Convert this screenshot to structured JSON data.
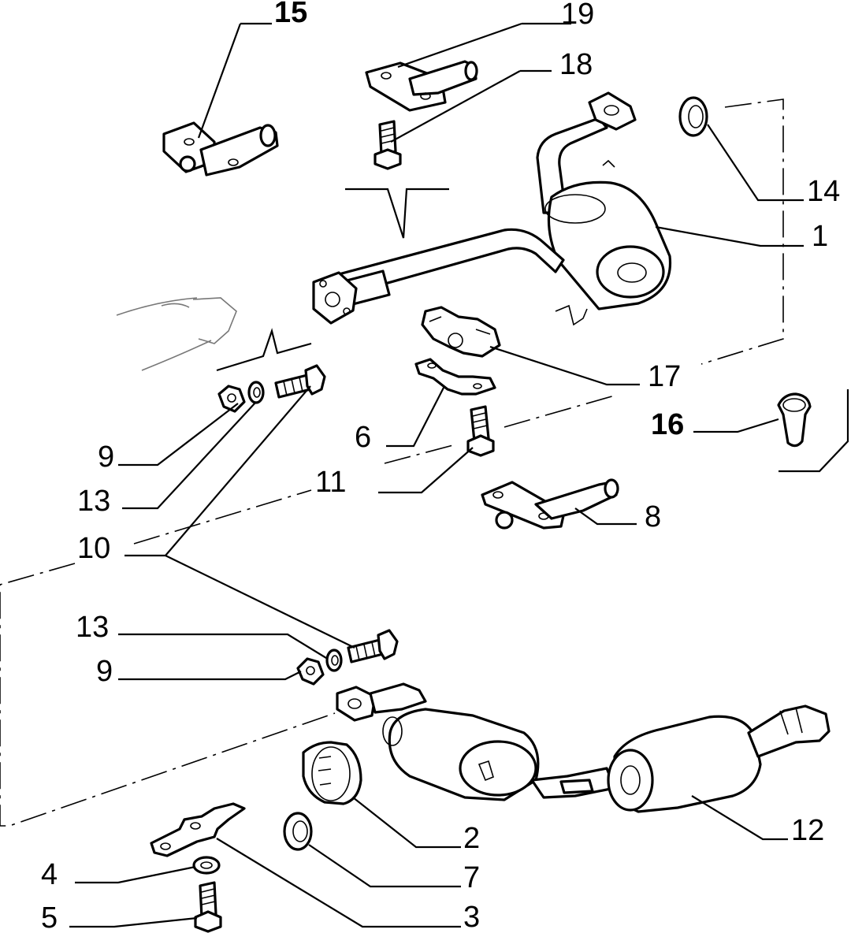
{
  "diagram": {
    "callouts": [
      {
        "id": "c15",
        "text": "15",
        "bold": true
      },
      {
        "id": "c19",
        "text": "19",
        "bold": false
      },
      {
        "id": "c18",
        "text": "18",
        "bold": false
      },
      {
        "id": "c14",
        "text": "14",
        "bold": false
      },
      {
        "id": "c1",
        "text": "1",
        "bold": false
      },
      {
        "id": "c17",
        "text": "17",
        "bold": false
      },
      {
        "id": "c16",
        "text": "16",
        "bold": true
      },
      {
        "id": "c9a",
        "text": "9",
        "bold": false
      },
      {
        "id": "c13a",
        "text": "13",
        "bold": false
      },
      {
        "id": "c6",
        "text": "6",
        "bold": false
      },
      {
        "id": "c11",
        "text": "11",
        "bold": false
      },
      {
        "id": "c8",
        "text": "8",
        "bold": false
      },
      {
        "id": "c10",
        "text": "10",
        "bold": false
      },
      {
        "id": "c13b",
        "text": "13",
        "bold": false
      },
      {
        "id": "c9b",
        "text": "9",
        "bold": false
      },
      {
        "id": "c2",
        "text": "2",
        "bold": false
      },
      {
        "id": "c12",
        "text": "12",
        "bold": false
      },
      {
        "id": "c7",
        "text": "7",
        "bold": false
      },
      {
        "id": "c4",
        "text": "4",
        "bold": false
      },
      {
        "id": "c3",
        "text": "3",
        "bold": false
      },
      {
        "id": "c5",
        "text": "5",
        "bold": false
      }
    ]
  }
}
